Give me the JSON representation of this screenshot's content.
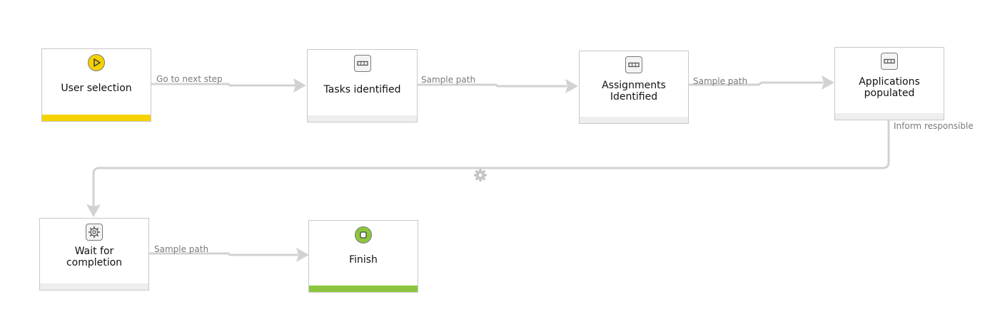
{
  "nodes": {
    "user_selection": {
      "label": "User selection",
      "icon": "play-icon",
      "footer": "yellow"
    },
    "tasks_identified": {
      "label": "Tasks identified",
      "icon": "task-icon",
      "footer": "gray"
    },
    "assignments_identified": {
      "label": "Assignments Identified",
      "line1": "Assignments",
      "line2": "Identified",
      "icon": "task-icon",
      "footer": "gray"
    },
    "applications_populated": {
      "label": "Applications populated",
      "line1": "Applications",
      "line2": "populated",
      "icon": "task-icon",
      "footer": "gray"
    },
    "wait_for_completion": {
      "label": "Wait for completion",
      "line1": "Wait for",
      "line2": "completion",
      "icon": "gear-icon",
      "footer": "gray"
    },
    "finish": {
      "label": "Finish",
      "icon": "stop-icon",
      "footer": "green"
    }
  },
  "edges": {
    "e1": {
      "label": "Go to next step"
    },
    "e2": {
      "label": "Sample path"
    },
    "e3": {
      "label": "Sample path"
    },
    "e4": {
      "label": "Inform responsible"
    },
    "e5": {
      "label": "Sample path"
    }
  },
  "colors": {
    "start": "#f5d200",
    "finish": "#8cc63f",
    "connector": "#d2d2d2",
    "edge_label": "#7a7a7a"
  }
}
